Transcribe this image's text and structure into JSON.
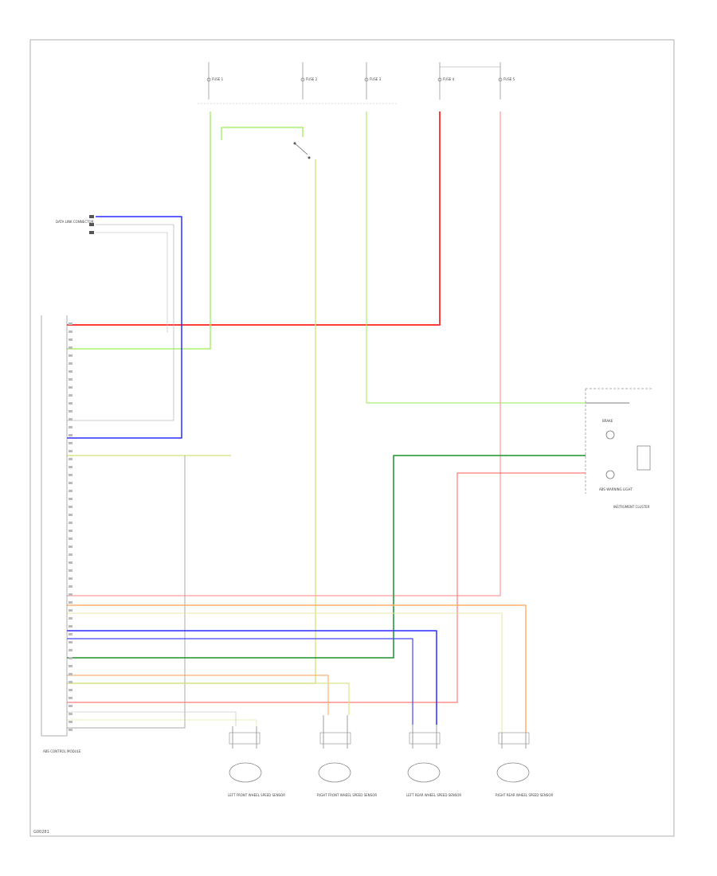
{
  "diagram": {
    "page_code": "G00281",
    "colors": {
      "red": "#ff3b3b",
      "light_green": "#a8f070",
      "blue": "#2b2bff",
      "dark_green": "#1f8f2f",
      "orange": "#ffb070",
      "pink": "#ff9a9a",
      "yellow_green": "#d8e68a",
      "gray": "#999999",
      "black": "#222222"
    },
    "fuses": [
      {
        "label": "FUSE 1"
      },
      {
        "label": "FUSE 2"
      },
      {
        "label": "FUSE 3"
      },
      {
        "label": "FUSE 4"
      },
      {
        "label": "FUSE 5"
      }
    ],
    "module_title": "ABS CONTROL MODULE",
    "abs_warning_light": "ABS WARNING LIGHT",
    "brake_light": "BRAKE",
    "instrument_cluster": "INSTRUMENT CLUSTER",
    "data_link_connector": "DATA LINK CONNECTOR",
    "wheel_sensors": [
      {
        "label": "LEFT FRONT WHEEL SPEED SENSOR"
      },
      {
        "label": "RIGHT FRONT WHEEL SPEED SENSOR"
      },
      {
        "label": "LEFT REAR WHEEL SPEED SENSOR"
      },
      {
        "label": "RIGHT REAR WHEEL SPEED SENSOR"
      }
    ]
  }
}
